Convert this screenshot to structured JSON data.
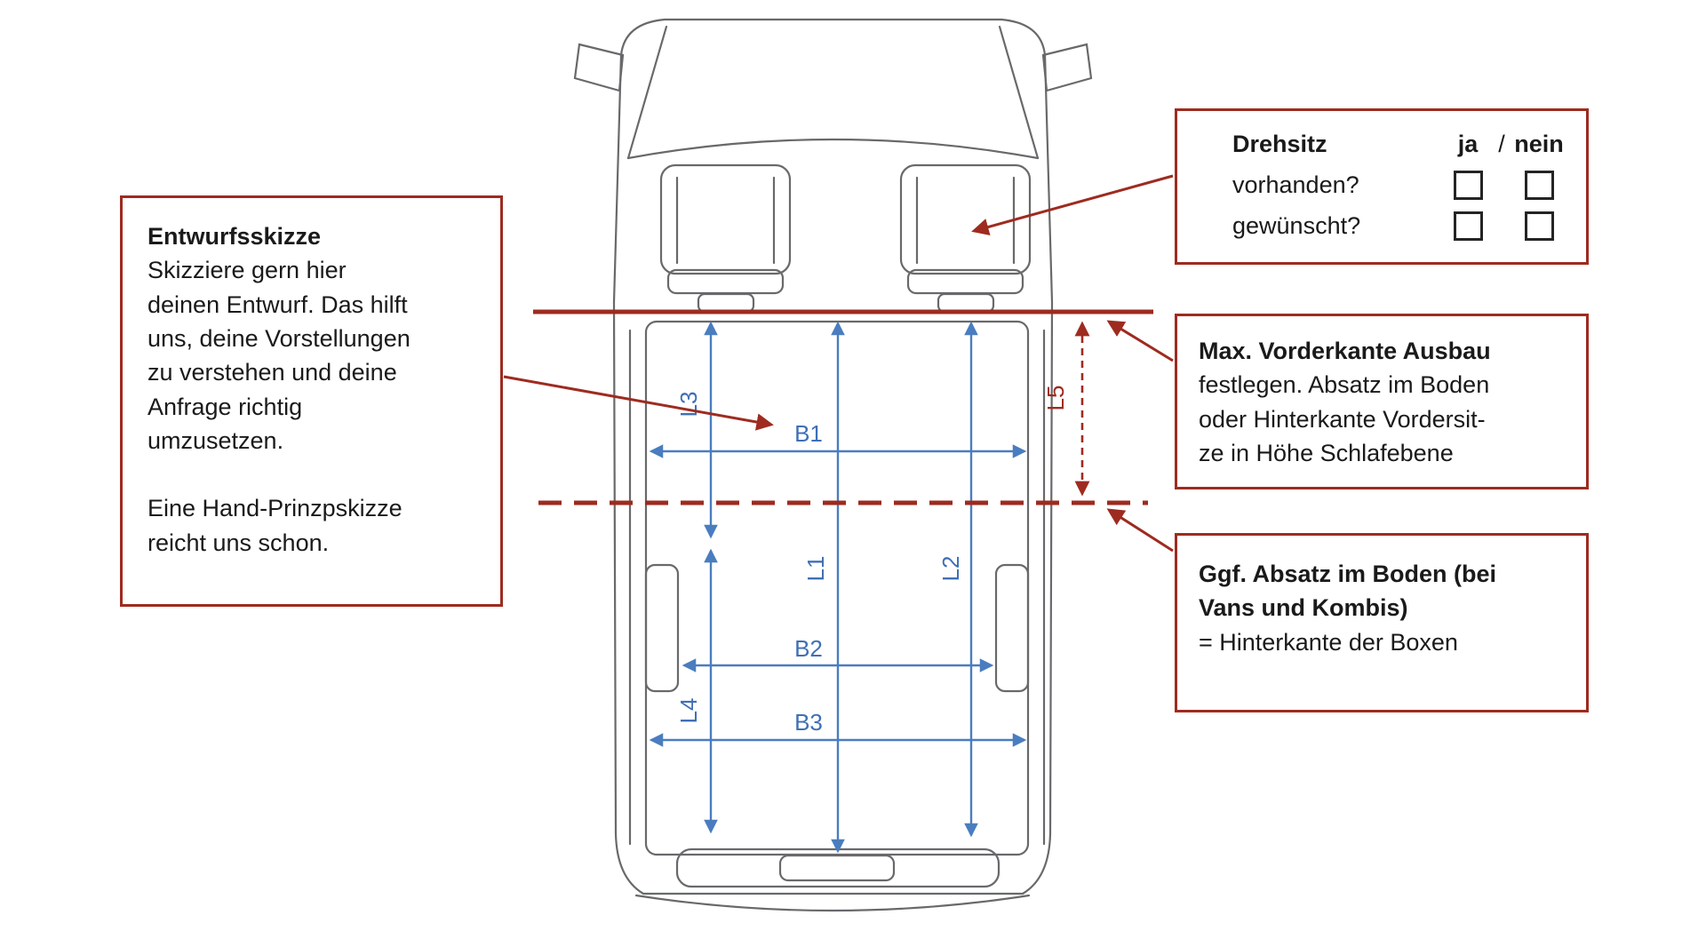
{
  "colors": {
    "accent_red": "#9E2B20",
    "measure_blue": "#4A7DBF",
    "sketch_gray": "#58595B"
  },
  "boxes": {
    "entwurf": {
      "title": "Entwurfsskizze",
      "para1_lines": [
        "Skizziere gern hier",
        "deinen Entwurf. Das hilft",
        "uns, deine Vorstellungen",
        "zu verstehen und deine",
        "Anfrage richtig",
        "umzusetzen."
      ],
      "para2_lines": [
        "Eine Hand-Prinzpskizze",
        "reicht uns schon."
      ]
    },
    "drehsitz": {
      "title": "Drehsitz",
      "ja_label": "ja",
      "slash": "/",
      "nein_label": "nein",
      "row1_label": "vorhanden?",
      "row2_label": "gewünscht?"
    },
    "vorderkante": {
      "bold_line": "Max. Vorderkante Ausbau",
      "lines": [
        "festlegen. Absatz im Boden",
        "oder Hinterkante Vordersit-",
        "ze in Höhe Schlafebene"
      ]
    },
    "absatz": {
      "bold_lines": [
        "Ggf. Absatz im Boden (bei",
        "Vans und Kombis)"
      ],
      "line": "= Hinterkante der Boxen"
    }
  },
  "measurements": {
    "L1": "L1",
    "L2": "L2",
    "L3": "L3",
    "L4": "L4",
    "L5": "L5",
    "B1": "B1",
    "B2": "B2",
    "B3": "B3"
  }
}
